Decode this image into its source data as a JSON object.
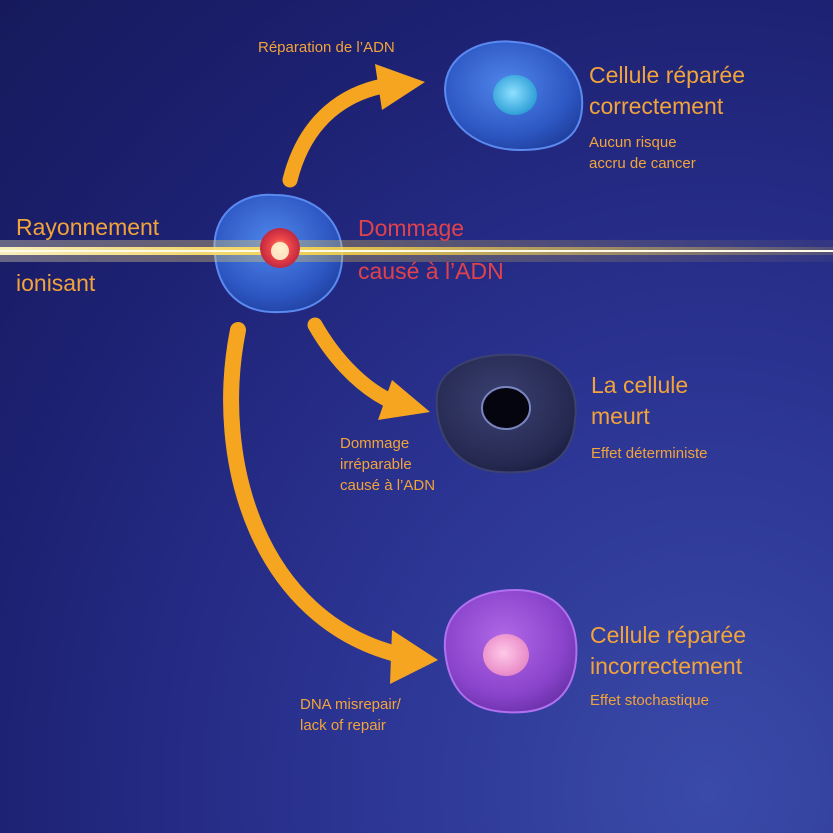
{
  "colors": {
    "text_orange": "#f2a33a",
    "text_red": "#e0424c",
    "arrow_orange": "#f6a521",
    "background": "#1c2070",
    "beam": "#ffe36a",
    "cell_blue": "#3d6ad8",
    "nucleus_damaged": "#e0323c",
    "nucleus_repaired": "#3fb0e0",
    "cell_dead": "#2a2f55",
    "cell_misrepaired": "#9a4ed6",
    "nucleus_misrepaired": "#f0a0d0"
  },
  "labels": {
    "radiation_line1": "Rayonnement",
    "radiation_line2": "ionisant",
    "damage_line1": "Dommage",
    "damage_line2": "causé à l’ADN",
    "repair_path": "Réparation de l’ADN",
    "irreparable_line1": "Dommage",
    "irreparable_line2": "irréparable",
    "irreparable_line3": "causé à l’ADN",
    "misrepair_line1": "DNA misrepair/",
    "misrepair_line2": "lack of repair"
  },
  "outcomes": {
    "repaired": {
      "title_line1": "Cellule réparée",
      "title_line2": "correctement",
      "note_line1": "Aucun risque",
      "note_line2": "accru de cancer"
    },
    "death": {
      "title_line1": "La cellule",
      "title_line2": "meurt",
      "note": "Effet déterministe"
    },
    "misrepaired": {
      "title_line1": "Cellule réparée",
      "title_line2": "incorrectement",
      "note": "Effet stochastique"
    }
  }
}
